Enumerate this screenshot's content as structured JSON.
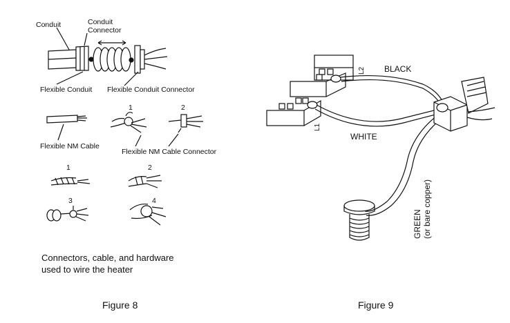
{
  "figure8": {
    "labels": {
      "conduit": "Conduit",
      "conduit_connector_line1": "Conduit",
      "conduit_connector_line2": "Connector",
      "flexible_conduit": "Flexible Conduit",
      "flexible_conduit_connector": "Flexible Conduit Connector",
      "flexible_nm_cable": "Flexible NM Cable",
      "flexible_nm_cable_connector": "Flexible NM Cable Connector",
      "step1_top": "1",
      "step2_top": "2",
      "step1": "1",
      "step2": "2",
      "step3": "3",
      "step4": "4"
    },
    "description_line1": "Connectors, cable, and hardware",
    "description_line2": "used to wire the heater",
    "caption": "Figure 8"
  },
  "figure9": {
    "labels": {
      "black": "BLACK",
      "white": "WHITE",
      "l1": "L1",
      "l2": "L2",
      "green_line1": "GREEN",
      "green_line2": "(or bare copper)"
    },
    "caption": "Figure 9"
  }
}
